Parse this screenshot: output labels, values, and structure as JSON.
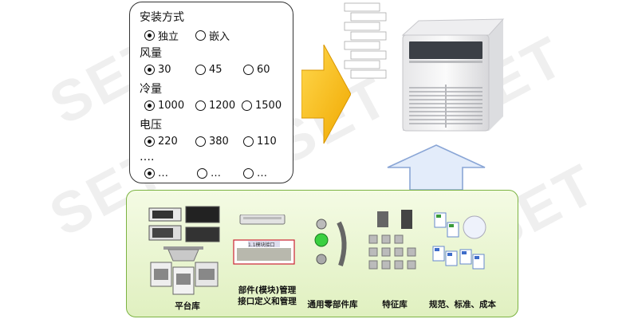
{
  "options_panel": {
    "groups": [
      {
        "label": "安装方式",
        "options": [
          {
            "text": "独立",
            "selected": true
          },
          {
            "text": "嵌入",
            "selected": false
          }
        ]
      },
      {
        "label": "风量",
        "options": [
          {
            "text": "30",
            "selected": true
          },
          {
            "text": "45",
            "selected": false
          },
          {
            "text": "60",
            "selected": false
          }
        ]
      },
      {
        "label": "冷量",
        "options": [
          {
            "text": "1000",
            "selected": true
          },
          {
            "text": "1200",
            "selected": false
          },
          {
            "text": "1500",
            "selected": false
          }
        ]
      },
      {
        "label": "电压",
        "options": [
          {
            "text": "220",
            "selected": true
          },
          {
            "text": "380",
            "selected": false
          },
          {
            "text": "110",
            "selected": false
          }
        ]
      },
      {
        "label": "….",
        "options": [
          {
            "text": "…",
            "selected": true
          },
          {
            "text": "…",
            "selected": false
          },
          {
            "text": "…",
            "selected": false
          }
        ]
      }
    ]
  },
  "library_panel": {
    "items": [
      {
        "label": "平台库"
      },
      {
        "label": "部件(模块)管理\n接口定义和管理"
      },
      {
        "label": "通用零部件库"
      },
      {
        "label": "特征库"
      },
      {
        "label": "规范、标准、成本"
      }
    ],
    "interface_box_label": "1.1模块接口"
  },
  "colors": {
    "yellow_arrow": "#f5b800",
    "blue_arrow": "#dde8f8",
    "panel_green": "#7cb342"
  }
}
